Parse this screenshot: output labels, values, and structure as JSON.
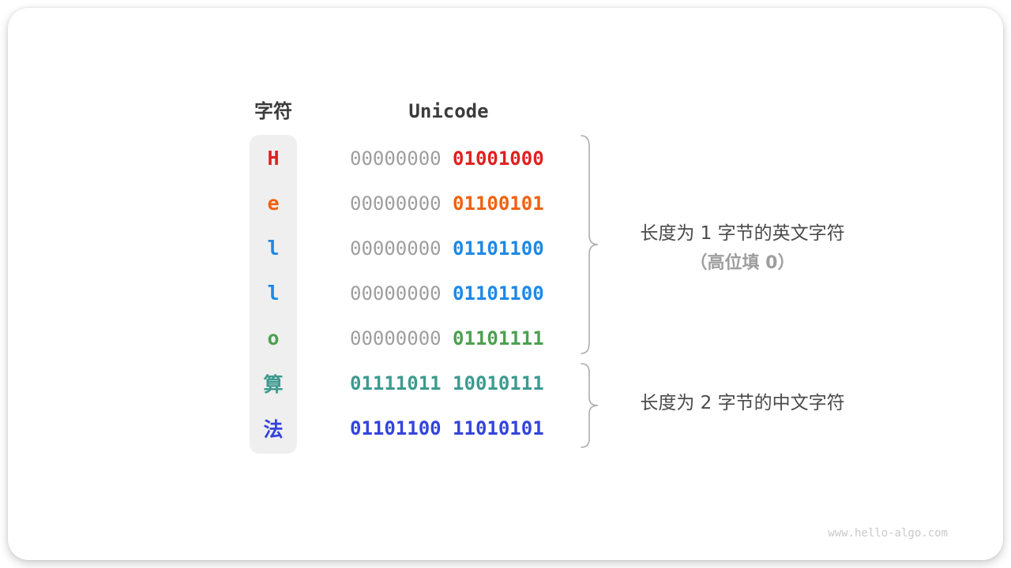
{
  "header": {
    "char_col": "字符",
    "unicode_col": "Unicode"
  },
  "rows": [
    {
      "char": "H",
      "color": "#e02020",
      "byte1": "00000000",
      "byte1_color": "#9e9e9e",
      "byte2": "01001000"
    },
    {
      "char": "e",
      "color": "#ef6210",
      "byte1": "00000000",
      "byte1_color": "#9e9e9e",
      "byte2": "01100101"
    },
    {
      "char": "l",
      "color": "#1e88e5",
      "byte1": "00000000",
      "byte1_color": "#9e9e9e",
      "byte2": "01101100"
    },
    {
      "char": "l",
      "color": "#1e88e5",
      "byte1": "00000000",
      "byte1_color": "#9e9e9e",
      "byte2": "01101100"
    },
    {
      "char": "o",
      "color": "#4ca050",
      "byte1": "00000000",
      "byte1_color": "#9e9e9e",
      "byte2": "01101111"
    },
    {
      "char": "算",
      "color": "#3d9a8f",
      "byte1": "01111011",
      "byte1_color": "#3d9a8f",
      "byte2": "10010111"
    },
    {
      "char": "法",
      "color": "#3344db",
      "byte1": "01101100",
      "byte1_color": "#3344db",
      "byte2": "11010101"
    }
  ],
  "annotations": {
    "group1_line1": "长度为 1 字节的英文字符",
    "group1_line2": "（高位填 0）",
    "group2_line1": "长度为 2 字节的中文字符"
  },
  "watermark": "www.hello-algo.com",
  "colors": {
    "pill_bg": "#efefef",
    "pad_gray": "#9e9e9e",
    "brace": "#adadad",
    "text_dark": "#3b3b3b",
    "note_gray": "#9e9e9e"
  }
}
